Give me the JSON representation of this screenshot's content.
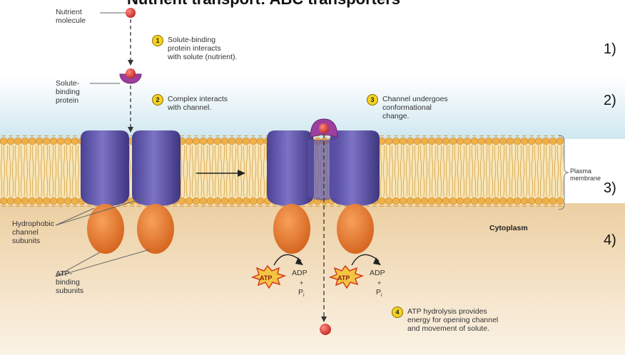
{
  "title": "Nutrient transport: ABC transporters",
  "labels": {
    "nutrient_molecule": "Nutrient\nmolecule",
    "solute_binding_protein": "Solute-\nbinding\nprotein",
    "hydrophobic": "Hydrophobic\nchannel\nsubunits",
    "atp_binding": "ATP-\nbinding\nsubunits",
    "plasma_membrane": "Plasma\nmembrane",
    "cytoplasm": "Cytoplasm"
  },
  "steps": [
    {
      "n": "1",
      "text": "Solute-binding\nprotein interacts\nwith solute (nutrient)."
    },
    {
      "n": "2",
      "text": "Complex interacts\nwith channel."
    },
    {
      "n": "3",
      "text": "Channel undergoes\nconformational\nchange."
    },
    {
      "n": "4",
      "text": "ATP hydrolysis provides\nenergy for opening channel\nand movement of solute."
    }
  ],
  "chem": {
    "atp": "ATP",
    "adp": "ADP",
    "plus": "+",
    "p": "P",
    "i": "i"
  },
  "side_numbers": [
    "1)",
    "2)",
    "3)",
    "4)"
  ],
  "colors": {
    "membrane": "#e9a83a",
    "channel": "#6a60b4",
    "atp_subunit": "#e8772b",
    "solute": "#d9342b",
    "binding_protein": "#9c3f9e",
    "sky": "#d9edf4",
    "cytoplasm": "#f4e1c2"
  }
}
